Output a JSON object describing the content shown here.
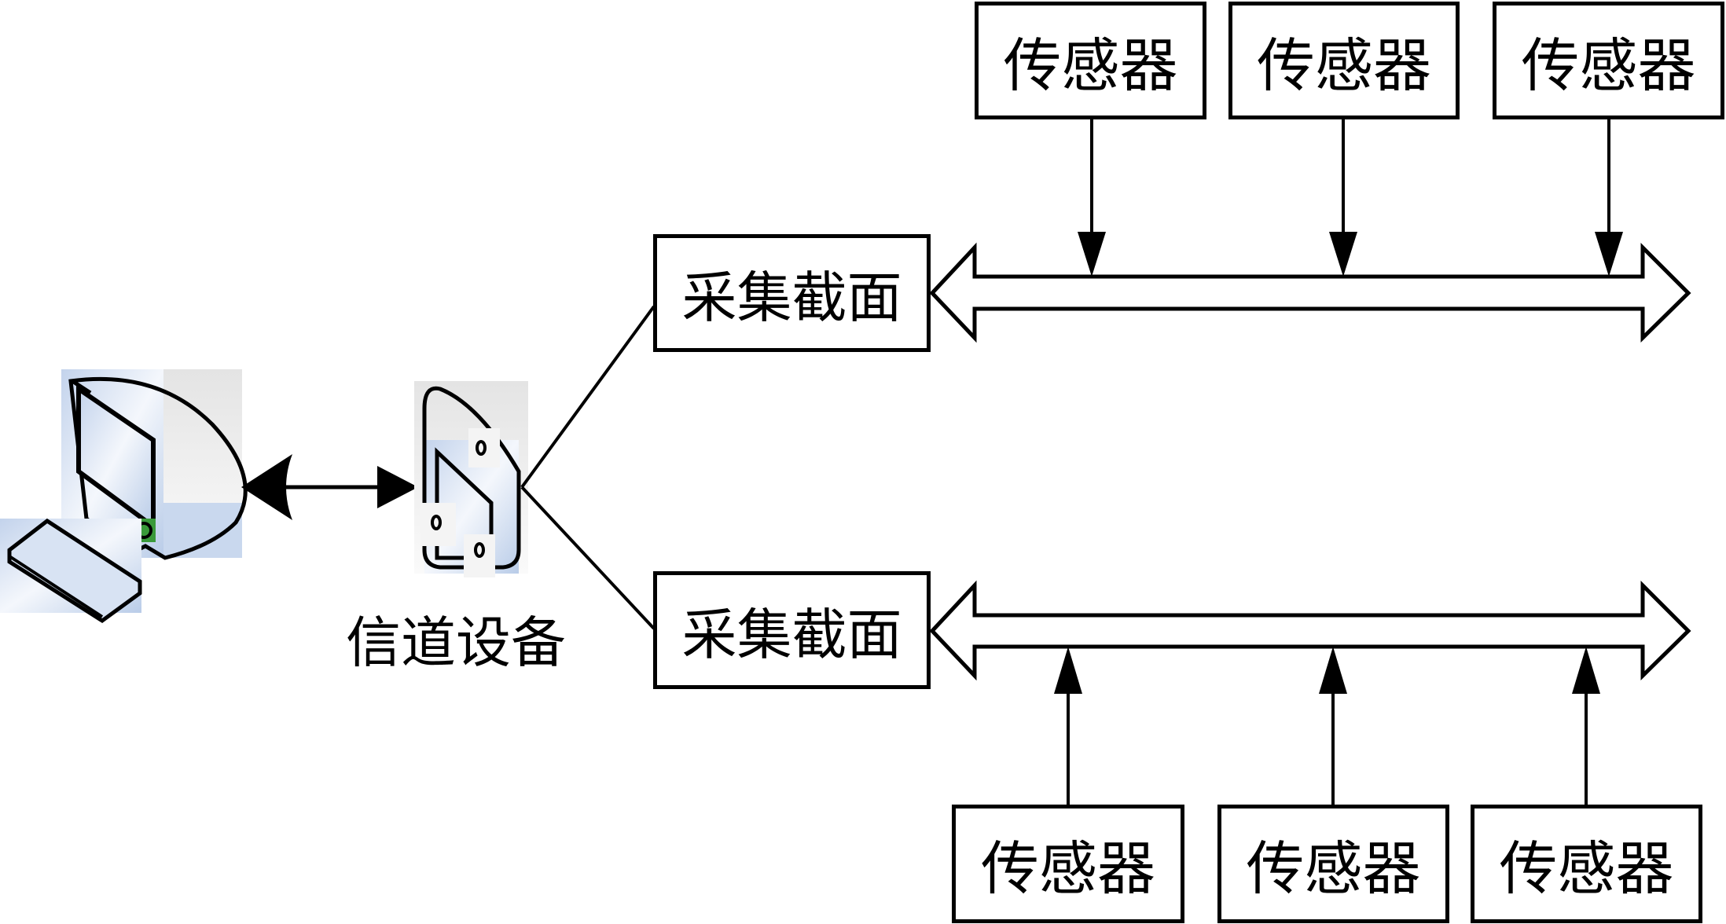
{
  "diagram": {
    "computer": {
      "icon": "computer-icon"
    },
    "channel_device": {
      "icon": "channel-device-icon",
      "label": "信道设备"
    },
    "top_group": {
      "section_label": "采集截面",
      "sensors": [
        {
          "label": "传感器"
        },
        {
          "label": "传感器"
        },
        {
          "label": "传感器"
        }
      ]
    },
    "bottom_group": {
      "section_label": "采集截面",
      "sensors": [
        {
          "label": "传感器"
        },
        {
          "label": "传感器"
        },
        {
          "label": "传感器"
        }
      ]
    },
    "colors": {
      "line": "#000000",
      "device_fill": "#c9d8ee",
      "device_shadow": "#e6e6e6",
      "background": "#ffffff"
    }
  }
}
